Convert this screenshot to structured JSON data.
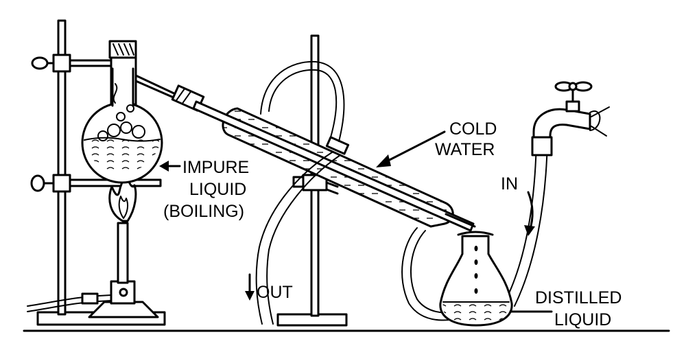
{
  "labels": {
    "cold_water_1": "COLD",
    "cold_water_2": "WATER",
    "impure_1": "IMPURE",
    "impure_2": "LIQUID",
    "impure_3": "(BOILING)",
    "in": "IN",
    "out": "OUT",
    "distilled_1": "DISTILLED",
    "distilled_2": "LIQUID"
  },
  "colors": {
    "ink": "#000000",
    "paper": "#ffffff"
  }
}
